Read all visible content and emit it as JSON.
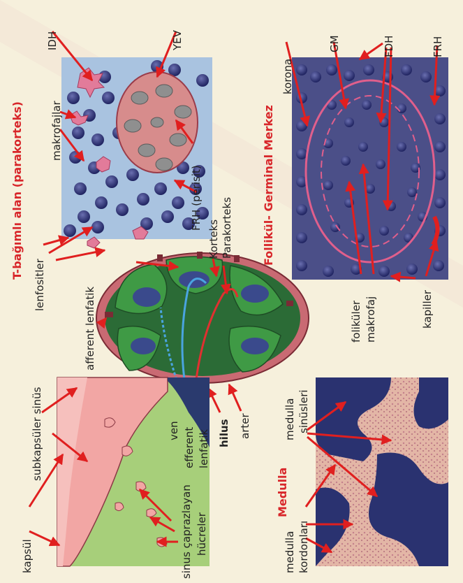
{
  "titles": {
    "t_zone": "T-bağımlı alan (parakorteks)",
    "follicle": "Follikül- Germinal Merkez",
    "medulla": "Medulla"
  },
  "labels": {
    "idh": "IDH",
    "yev": "YEV",
    "makrofajlar": "makrofajlar",
    "frh_perisit": "FRH (perisit)",
    "korteks": "Korteks",
    "parakorteks": "Parakorteks",
    "lenfositler": "lenfositler",
    "afferent": "afferent lenfatik",
    "korona": "korona",
    "gm": "GM",
    "fdh": "FDH",
    "frh": "FRH",
    "folikuler": "foliküler",
    "makrofaj": "makrofaj",
    "kapiller": "kapiller",
    "subkapsuler": "subkapsüler sinüs",
    "kapsul": "kapsül",
    "ven": "ven",
    "efferent": "efferent",
    "lenfatik": "lenfatik",
    "hilus": "hilus",
    "arter": "arter",
    "sinus_capraz": "sinus çaprazlayan",
    "hucreler": "hücreler",
    "medulla_sinusleri_1": "medulla",
    "medulla_sinusleri_2": "sinüsleri",
    "medulla_kordonlari_1": "medulla",
    "medulla_kordonlari_2": "kordonları"
  },
  "colors": {
    "background": "#f6f0dc",
    "label_red": "#d8262a",
    "arrow_red": "#e01f1f",
    "cortex_green": "#3f9a45",
    "node_pink": "#e2a29a",
    "nucleus_navy": "#2a2f6e",
    "sinus_pink": "#f2a6a4"
  }
}
